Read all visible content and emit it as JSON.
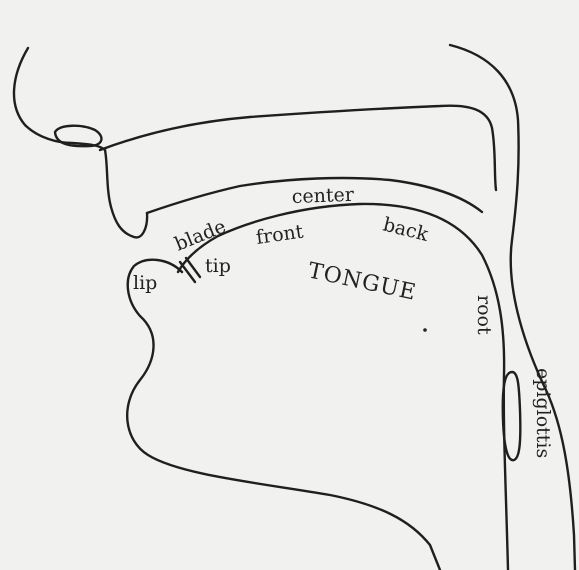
{
  "labels": {
    "lip": "lip",
    "tip": "tip",
    "blade": "blade",
    "front": "front",
    "center": "center",
    "back": "back",
    "tongue": "TONGUE",
    "root": "root",
    "epiglottis": "epiglottis"
  },
  "colors": {
    "paper": "#f1f1ef",
    "ink": "#1f1f1f"
  }
}
